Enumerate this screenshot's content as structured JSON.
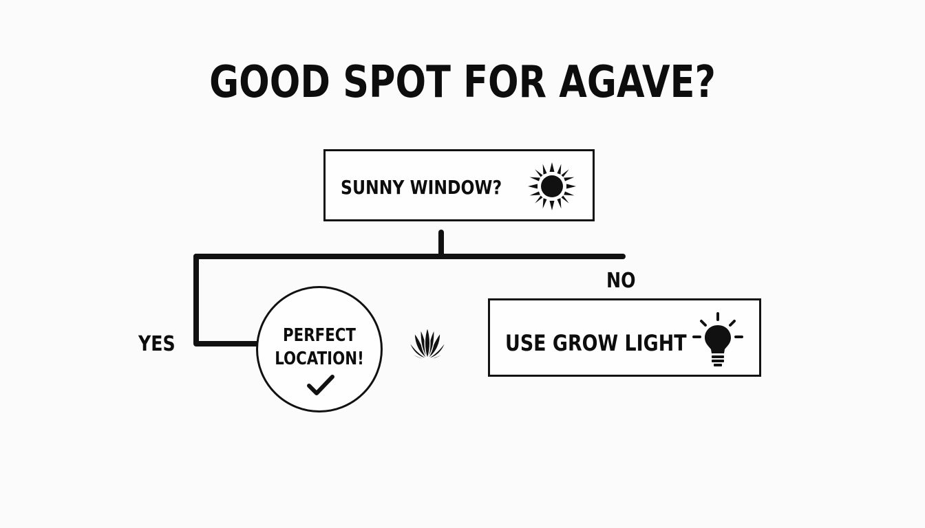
{
  "title": "GOOD SPOT FOR AGAVE?",
  "question": {
    "label": "SUNNY WINDOW?",
    "icon": "sun-icon"
  },
  "branches": {
    "yes": {
      "label": "YES",
      "result_line1": "PERFECT",
      "result_line2": "LOCATION!",
      "result_icon": "checkmark-icon"
    },
    "no": {
      "label": "NO",
      "result": "USE GROW LIGHT",
      "result_icon": "light-bulb-icon"
    }
  },
  "decoration_icon": "agave-plant-icon",
  "colors": {
    "background": "#fbfbfb",
    "ink": "#111111"
  }
}
